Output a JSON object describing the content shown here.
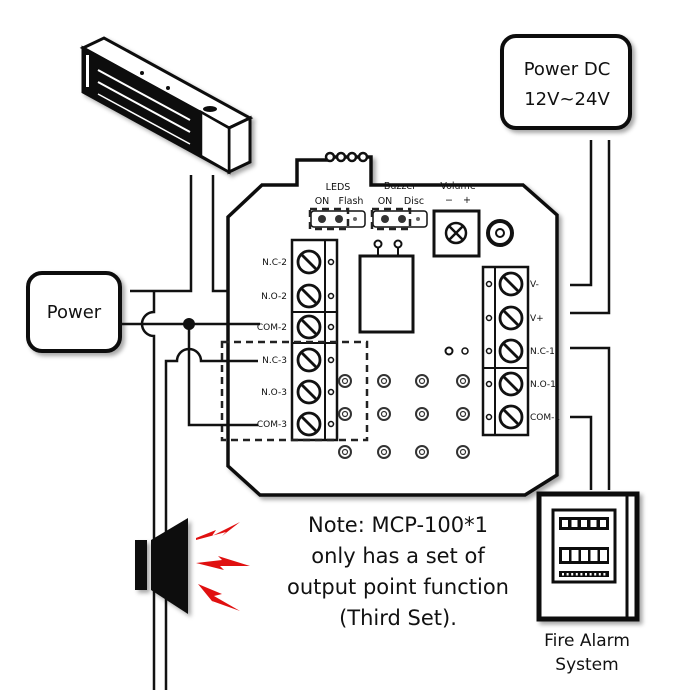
{
  "diagram": {
    "devices": {
      "magnetic_lock": {
        "label": ""
      },
      "power_box": {
        "label": "Power"
      },
      "power_dc_box": {
        "line1": "Power DC",
        "line2": "12V~24V"
      },
      "fire_alarm": {
        "line1": "Fire Alarm",
        "line2": "System"
      },
      "siren": {
        "label": ""
      }
    },
    "board": {
      "header_labels": {
        "leds": "LEDS",
        "leds_on": "ON",
        "leds_flash": "Flash",
        "buzzer": "Buzzer",
        "buzzer_on": "ON",
        "buzzer_disc": "Disc",
        "volume": "Volume",
        "volume_minus": "−",
        "volume_plus": "+"
      },
      "left_terminals": [
        "N.C-2",
        "N.O-2",
        "COM-2",
        "N.C-3",
        "N.O-3",
        "COM-3"
      ],
      "right_terminals": [
        "V-",
        "V+",
        "N.C-1",
        "N.O-1",
        "COM-1"
      ]
    },
    "note": {
      "line1": "Note: MCP-100*1",
      "line2": "only has a set of",
      "line3": "output point function",
      "line4": "(Third Set)."
    },
    "colors": {
      "line": "#111111",
      "alarm_signal": "#e01010"
    }
  }
}
